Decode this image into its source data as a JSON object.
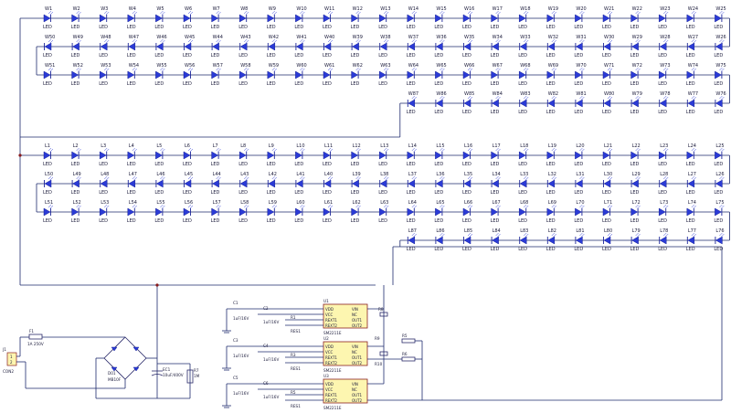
{
  "components": {
    "led_type": "LED",
    "rows": [
      {
        "prefix": "W",
        "labels": [
          "W1",
          "W2",
          "W3",
          "W4",
          "W5",
          "W6",
          "W7",
          "W8",
          "W9",
          "W10",
          "W11",
          "W12",
          "W13",
          "W14",
          "W15",
          "W16",
          "W17",
          "W18",
          "W19",
          "W20",
          "W21",
          "W22",
          "W23",
          "W24",
          "W25"
        ]
      },
      {
        "prefix": "W",
        "labels": [
          "W50",
          "W49",
          "W48",
          "W47",
          "W46",
          "W45",
          "W44",
          "W43",
          "W42",
          "W41",
          "W40",
          "W39",
          "W38",
          "W37",
          "W36",
          "W35",
          "W34",
          "W33",
          "W32",
          "W31",
          "W30",
          "W29",
          "W28",
          "W27",
          "W26"
        ]
      },
      {
        "prefix": "W",
        "labels": [
          "W51",
          "W52",
          "W53",
          "W54",
          "W55",
          "W56",
          "W57",
          "W58",
          "W59",
          "W60",
          "W61",
          "W62",
          "W63",
          "W64",
          "W65",
          "W66",
          "W67",
          "W68",
          "W69",
          "W70",
          "W71",
          "W72",
          "W73",
          "W74",
          "W75"
        ]
      },
      {
        "prefix": "W",
        "labels": [
          "W87",
          "W86",
          "W85",
          "W84",
          "W83",
          "W82",
          "W81",
          "W80",
          "W79",
          "W78",
          "W77",
          "W76"
        ]
      },
      {
        "prefix": "L",
        "labels": [
          "L1",
          "L2",
          "L3",
          "L4",
          "L5",
          "L6",
          "L7",
          "L8",
          "L9",
          "L10",
          "L11",
          "L12",
          "L13",
          "L14",
          "L15",
          "L16",
          "L17",
          "L18",
          "L19",
          "L20",
          "L21",
          "L22",
          "L23",
          "L24",
          "L25"
        ]
      },
      {
        "prefix": "L",
        "labels": [
          "L50",
          "L49",
          "L48",
          "L47",
          "L46",
          "L45",
          "L44",
          "L43",
          "L42",
          "L41",
          "L40",
          "L39",
          "L38",
          "L37",
          "L36",
          "L35",
          "L34",
          "L33",
          "L32",
          "L31",
          "L30",
          "L29",
          "L28",
          "L27",
          "L26"
        ]
      },
      {
        "prefix": "L",
        "labels": [
          "L51",
          "L52",
          "L53",
          "L54",
          "L55",
          "L56",
          "L57",
          "L58",
          "L59",
          "L60",
          "L61",
          "L62",
          "L63",
          "L64",
          "L65",
          "L66",
          "L67",
          "L68",
          "L69",
          "L70",
          "L71",
          "L72",
          "L73",
          "L74",
          "L75"
        ]
      },
      {
        "prefix": "L",
        "labels": [
          "L87",
          "L86",
          "L85",
          "L84",
          "L83",
          "L82",
          "L81",
          "L80",
          "L79",
          "L78",
          "L77",
          "L76"
        ]
      }
    ],
    "chips": [
      {
        "ref": "U1",
        "part": "SM2211E",
        "pins_left": [
          "VDD",
          "VCC",
          "REXT1",
          "REXT2"
        ],
        "pins_right": [
          "VIN",
          "NC",
          "OUT1",
          "OUT2"
        ]
      },
      {
        "ref": "U2",
        "part": "SM2211E",
        "pins_left": [
          "VDD",
          "VCC",
          "REXT1",
          "REXT2"
        ],
        "pins_right": [
          "VIN",
          "NC",
          "OUT1",
          "OUT2"
        ]
      },
      {
        "ref": "U3",
        "part": "SM2211E",
        "pins_left": [
          "VDD",
          "VCC",
          "REXT1",
          "REXT2"
        ],
        "pins_right": [
          "VIN",
          "NC",
          "OUT1",
          "OUT2"
        ]
      }
    ],
    "caps_left": [
      {
        "ref": "C1",
        "value": "1uF/16V"
      },
      {
        "ref": "C3",
        "value": "1uF/16V"
      },
      {
        "ref": "C5",
        "value": "1uF/16V"
      }
    ],
    "caps_mid": [
      {
        "ref": "C2",
        "value": "1uF/16V"
      },
      {
        "ref": "C4",
        "value": "1uF/16V"
      },
      {
        "ref": "C6",
        "value": "1uF/16V"
      }
    ],
    "res_sets": [
      {
        "a": "R1",
        "b": "R2",
        "set": "RES1"
      },
      {
        "a": "R3",
        "b": "R4",
        "set": "RES1"
      },
      {
        "a": "R5",
        "b": "R6",
        "set": "RES1"
      }
    ],
    "res_right": [
      "R8",
      "R9",
      "R10",
      "R5",
      "R6"
    ],
    "fuse": {
      "ref": "F1",
      "value": "1A 250V"
    },
    "connector": {
      "ref": "J1",
      "name": "CON2",
      "pins": [
        "1",
        "2"
      ]
    },
    "bridge": {
      "ref": "D01",
      "part": "MB10F"
    },
    "electrolytic": {
      "ref": "EC1",
      "value": "10uF/400V"
    },
    "bleeder": {
      "ref": "R7",
      "value": "1M"
    }
  }
}
